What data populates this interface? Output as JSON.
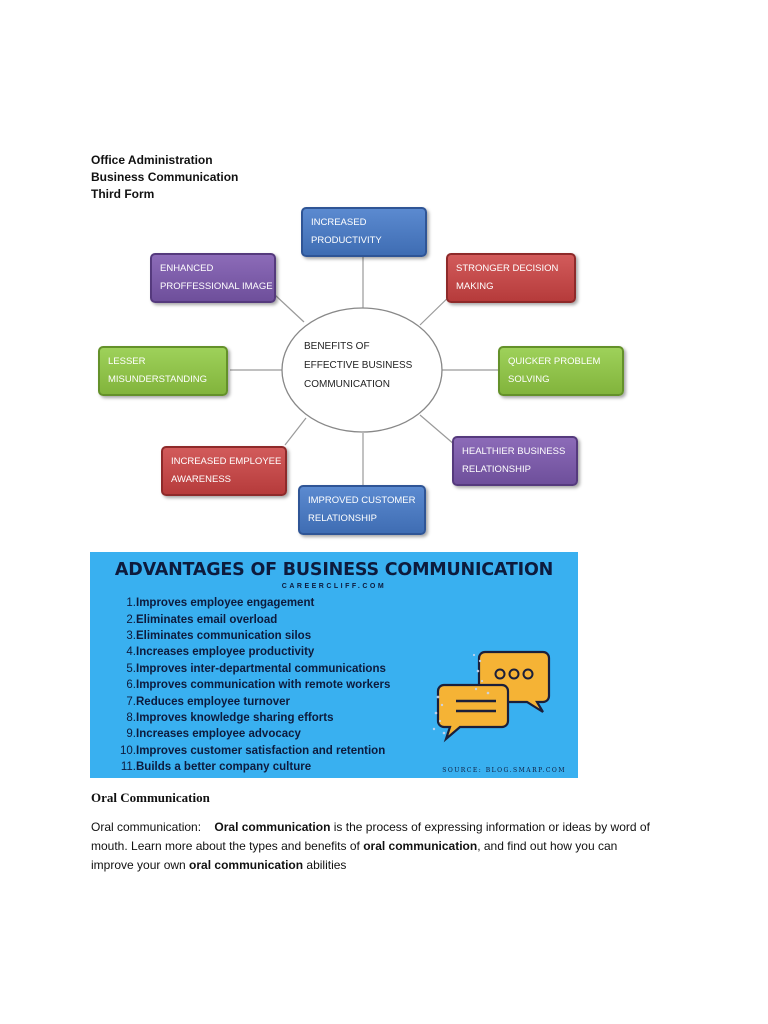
{
  "header": {
    "line1": "Office Administration",
    "line2": "Business Communication",
    "line3": "Third Form"
  },
  "diagram": {
    "center": [
      "BENEFITS OF",
      "EFFECTIVE BUSINESS",
      "COMMUNICATION"
    ],
    "nodes": {
      "productivity": [
        "INCREASED",
        "PRODUCTIVITY"
      ],
      "decision": [
        "STRONGER DECISION",
        "MAKING"
      ],
      "problem": [
        "QUICKER PROBLEM",
        "SOLVING"
      ],
      "relationship": [
        "HEALTHIER BUSINESS",
        "RELATIONSHIP"
      ],
      "customer": [
        "IMPROVED CUSTOMER",
        "RELATIONSHIP"
      ],
      "awareness": [
        "INCREASED EMPLOYEE",
        "AWARENESS"
      ],
      "misunderstanding": [
        "LESSER",
        "MISUNDERSTANDING"
      ],
      "image": [
        "ENHANCED",
        "PROFFESSIONAL IMAGE"
      ]
    }
  },
  "banner": {
    "title": "ADVANTAGES OF BUSINESS COMMUNICATION",
    "subtitle": "CAREERCLIFF.COM",
    "items": [
      {
        "num": "1.",
        "text": "Improves employee engagement"
      },
      {
        "num": "2.",
        "text": "Eliminates email overload"
      },
      {
        "num": "3.",
        "text": "Eliminates communication silos"
      },
      {
        "num": "4.",
        "text": "Increases employee productivity"
      },
      {
        "num": "5.",
        "text": "Improves inter-departmental communications"
      },
      {
        "num": "6.",
        "text": "Improves communication with remote workers"
      },
      {
        "num": "7.",
        "text": "Reduces employee turnover"
      },
      {
        "num": "8.",
        "text": "Improves knowledge sharing efforts"
      },
      {
        "num": "9.",
        "text": "Increases employee advocacy"
      },
      {
        "num": "10.",
        "text": "Improves customer satisfaction and retention"
      },
      {
        "num": "11.",
        "text": "Builds a better company culture"
      }
    ],
    "source": "SOURCE: BLOG.SMARP.COM"
  },
  "oral": {
    "title": "Oral Communication",
    "p_label": "Oral communication:",
    "p_bold1": "Oral communication",
    "p_text1": " is the process of expressing information or ideas by word of",
    "p_text2": "mouth. Learn more about the types and benefits of ",
    "p_bold2": "oral communication",
    "p_text3": ", and find out how you can",
    "p_text4": "improve your own ",
    "p_bold3": "oral communication",
    "p_text5": " abilities"
  },
  "colors": {
    "blue": "#4a7cc4",
    "red": "#c44a4a",
    "green": "#90c44a",
    "purple": "#7d5caa",
    "banner_bg": "#39b0f0",
    "chat_orange": "#f5b335"
  }
}
